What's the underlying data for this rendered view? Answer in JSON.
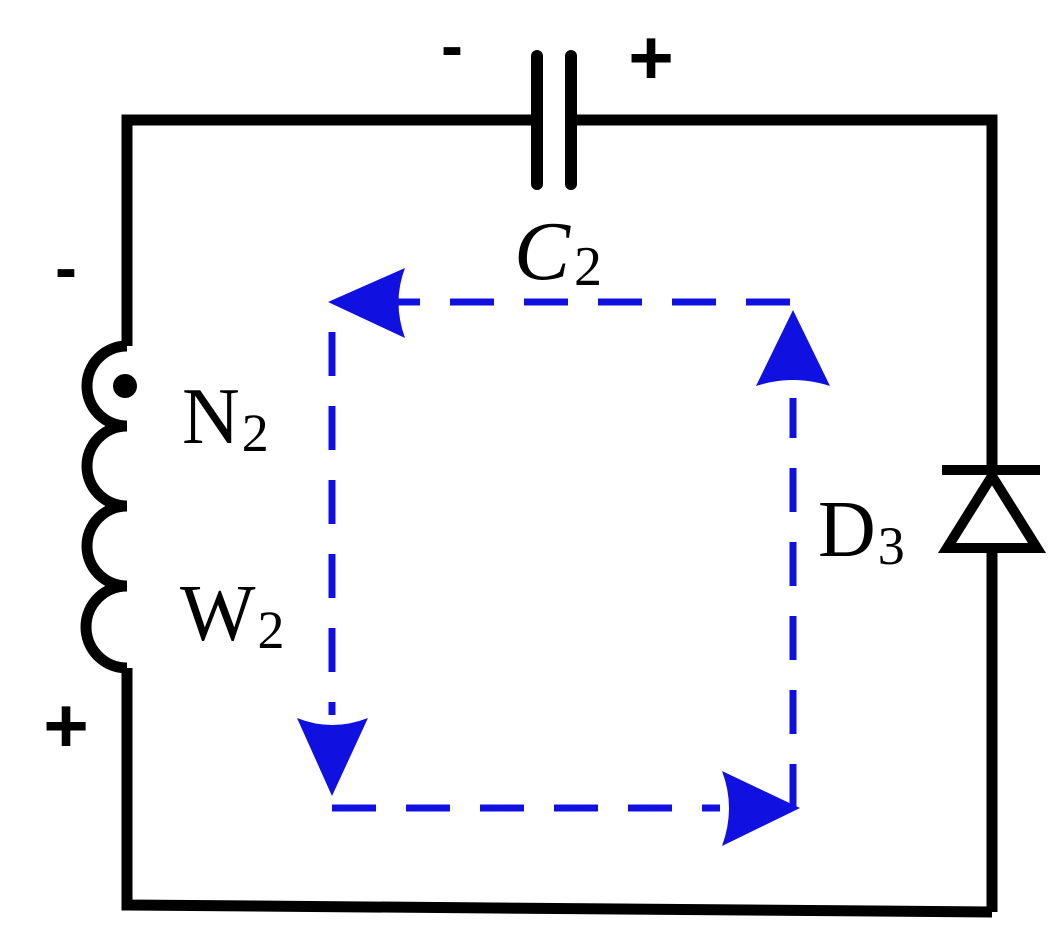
{
  "colors": {
    "wire": "#000000",
    "current_path": "#1010e0",
    "background": "#ffffff"
  },
  "capacitor": {
    "label_main": "C",
    "label_sub": "2",
    "polarity_left": "-",
    "polarity_right": "+"
  },
  "winding": {
    "name_main": "N",
    "name_sub": "2",
    "label_main": "W",
    "label_sub": "2",
    "polarity_top": "-",
    "polarity_bottom": "+"
  },
  "diode": {
    "label_main": "D",
    "label_sub": "3"
  },
  "current_loop": {
    "style": "dashed",
    "direction": "counterclockwise",
    "arrow_count": 4
  }
}
